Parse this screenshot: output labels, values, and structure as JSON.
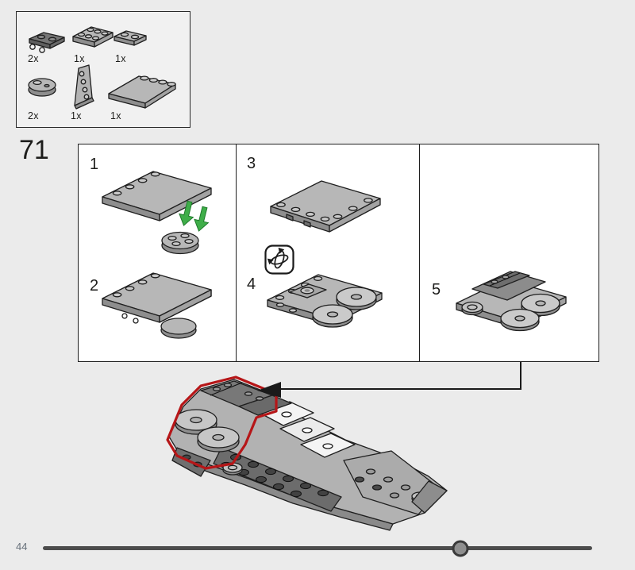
{
  "page": {
    "step_number": "71",
    "page_number": "44",
    "background": "#ebebeb"
  },
  "parts_box": {
    "items": [
      {
        "qty": "2x",
        "part": "plate-1x2-with-clips-dark-gray"
      },
      {
        "qty": "1x",
        "part": "plate-2x3-light-gray"
      },
      {
        "qty": "1x",
        "part": "plate-1x2-light-gray"
      },
      {
        "qty": "2x",
        "part": "round-plate-2x2-light-gray"
      },
      {
        "qty": "1x",
        "part": "wedge-plate-vertical-light-gray"
      },
      {
        "qty": "1x",
        "part": "plate-4x4-studs-on-edge-light-gray"
      }
    ]
  },
  "substeps": [
    {
      "label": "1"
    },
    {
      "label": "2"
    },
    {
      "label": "3"
    },
    {
      "label": "4"
    },
    {
      "label": "5"
    }
  ],
  "icons": {
    "rotate": "rotate-3d"
  },
  "progress": {
    "percent": 76
  },
  "colors": {
    "highlight_red": "#b61618",
    "arrow_green": "#3fae49",
    "track_gray": "#4c4c4c"
  }
}
